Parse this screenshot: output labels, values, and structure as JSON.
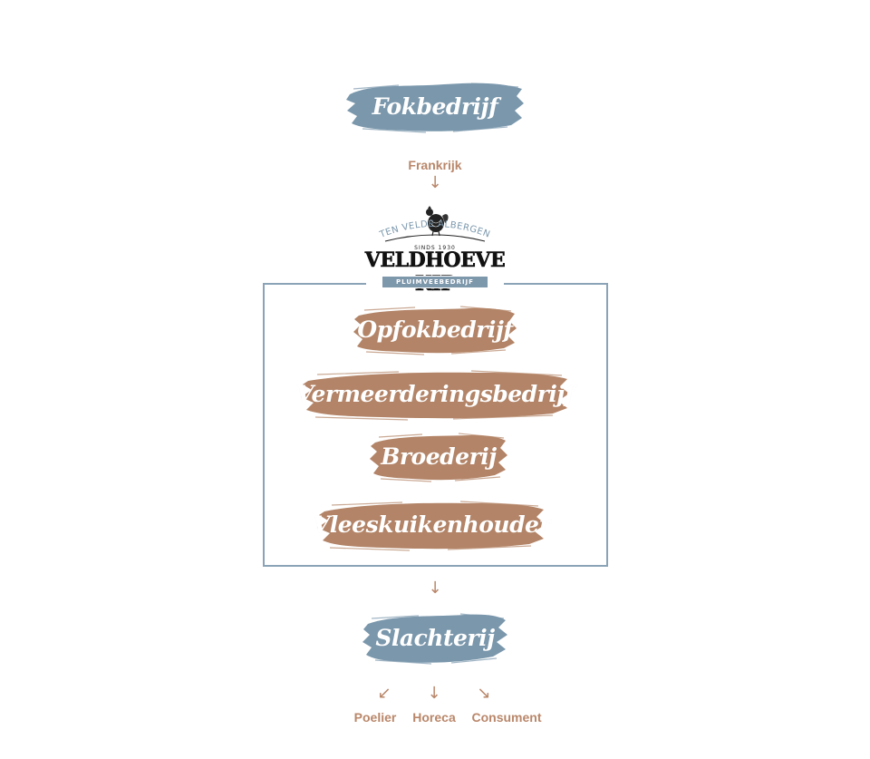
{
  "colors": {
    "blue_stroke": "#7a97ac",
    "brown_stroke": "#b38467",
    "accent_text": "#b9876a",
    "frame": "#8aa3b6"
  },
  "nodes": {
    "fokbedrijf": "Fokbedrijf",
    "opfokbedrijf": "Opfokbedrijf",
    "vermeerderingsbedrijf": "Vermeerderingsbedrijf",
    "broederij": "Broederij",
    "vleeskuikenhouder": "Vleeskuikenhouder",
    "slachterij": "Slachterij"
  },
  "labels": {
    "origin": "Frankrijk",
    "outputs": [
      "Poelier",
      "Horeca",
      "Consument"
    ]
  },
  "arrows": {
    "down": "↓",
    "down_left": "↙",
    "down_right": "↘"
  },
  "logo": {
    "arc_text": "TEN VELDE ALBERGEN",
    "since": "SINDS 1930",
    "brand": "VELDHOEVE KIP",
    "ribbon": "PLUIMVEEBEDRIJF",
    "emblem_icon": "chicken-icon"
  }
}
